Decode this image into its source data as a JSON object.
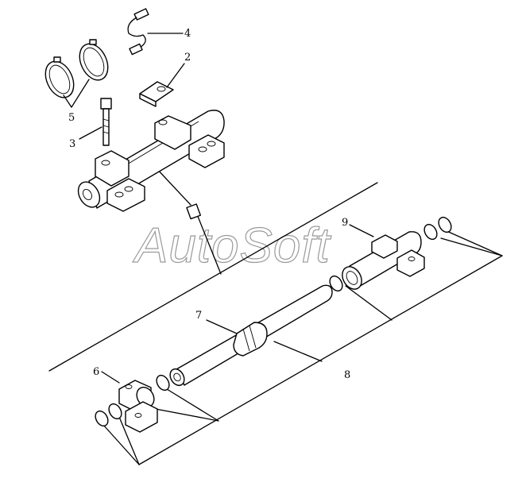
{
  "diagram": {
    "callouts": [
      {
        "id": "c1",
        "label": "2"
      },
      {
        "id": "c2",
        "label": "3"
      },
      {
        "id": "c3",
        "label": "4"
      },
      {
        "id": "c4",
        "label": "5"
      },
      {
        "id": "c5",
        "label": "6"
      },
      {
        "id": "c6",
        "label": "7"
      },
      {
        "id": "c7",
        "label": "8"
      },
      {
        "id": "c8",
        "label": "9"
      }
    ],
    "watermark": "AutoSoft"
  }
}
